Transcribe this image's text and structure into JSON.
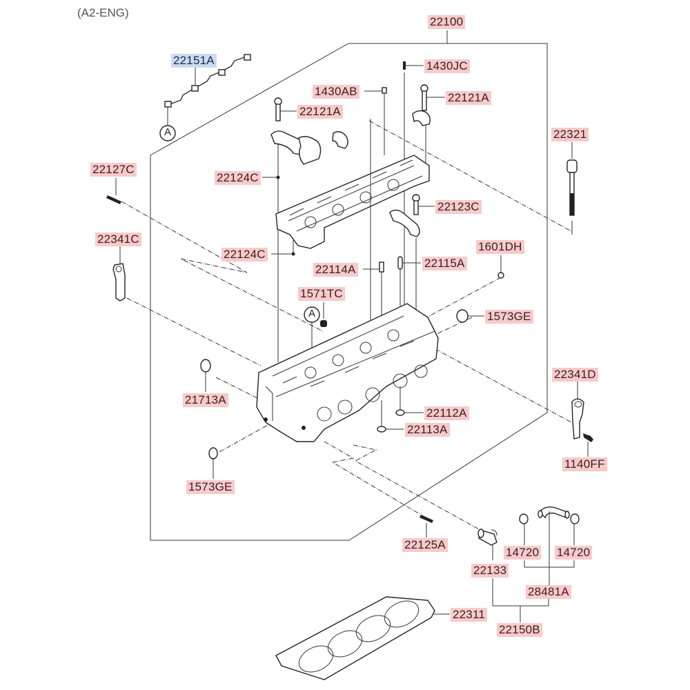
{
  "diagram": {
    "caption": "(A2-ENG)",
    "reference_marker": "A",
    "assembly": "22100",
    "selected_part": "22151A",
    "colors": {
      "label_bg": "#f8caca",
      "selected_label_bg": "#c9dcf6",
      "line": "#222222"
    },
    "labels": {
      "p22151A": "22151A",
      "p22100": "22100",
      "p1430JC": "1430JC",
      "p1430AB": "1430AB",
      "p22121A_1": "22121A",
      "p22121A_2": "22121A",
      "p22321": "22321",
      "p22127C": "22127C",
      "p22124C_1": "22124C",
      "p22124C_2": "22124C",
      "p22123C": "22123C",
      "p22341C": "22341C",
      "p1601DH": "1601DH",
      "p22114A": "22114A",
      "p22115A": "22115A",
      "p1571TC": "1571TC",
      "p1573GE_1": "1573GE",
      "p1573GE_2": "1573GE",
      "p21713A": "21713A",
      "p22341D": "22341D",
      "p22112A": "22112A",
      "p22113A": "22113A",
      "p1140FF": "1140FF",
      "p22125A": "22125A",
      "p14720_1": "14720",
      "p14720_2": "14720",
      "p22133": "22133",
      "p28481A": "28481A",
      "p22311": "22311",
      "p22150B": "22150B"
    }
  }
}
